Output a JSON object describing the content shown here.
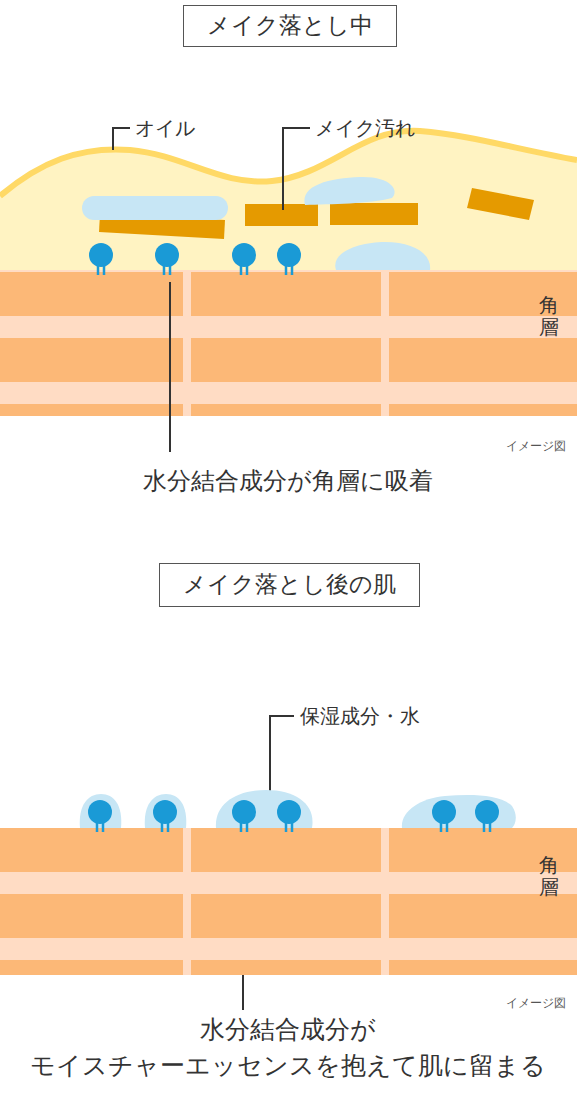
{
  "diagram": {
    "nodes": [
      {
        "text": [
          "メイク落とし中"
        ]
      },
      {
        "text": [
          "角層"
        ]
      },
      {
        "text": [
          "メイク落とし後の肌"
        ]
      },
      {
        "text": [
          "角層"
        ]
      }
    ],
    "labels": [
      "オイル",
      "メイク汚れ",
      "イメージ図",
      "水分結合成分が角層に吸着",
      "保湿成分・水",
      "イメージ図",
      "水分結合成分が モイスチャーエッセンスを抱えて肌に留まる"
    ]
  }
}
